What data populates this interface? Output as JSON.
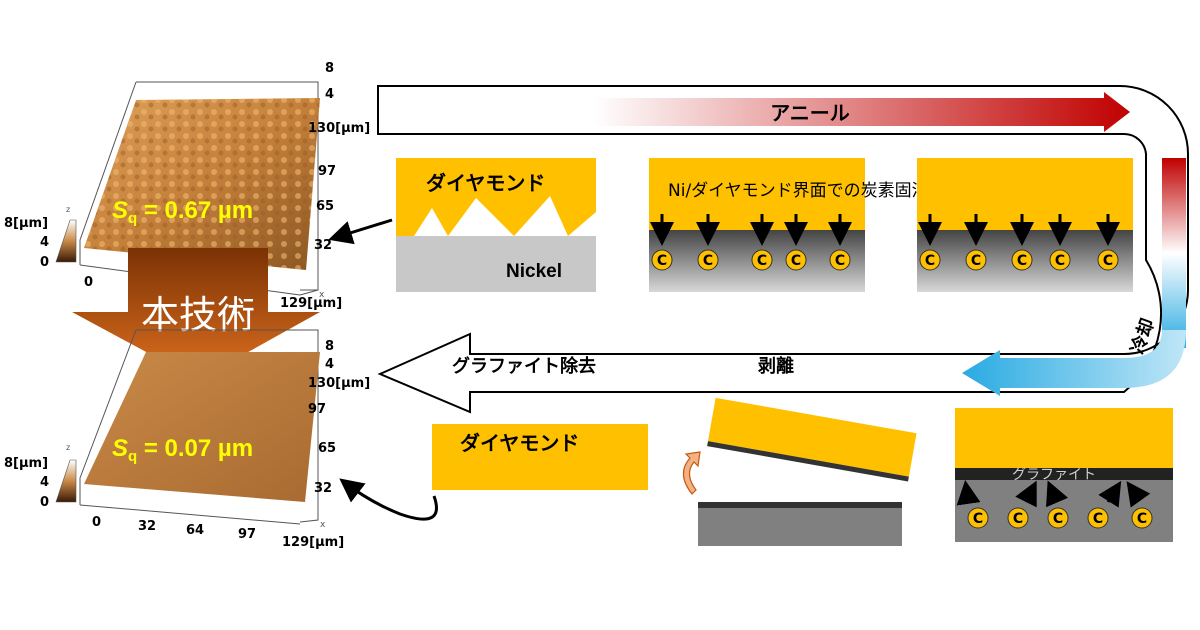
{
  "afm_before": {
    "sq_label": "S",
    "sq_sub": "q",
    "sq_value": " = 0.67 µm",
    "z_ticks": [
      "8",
      "4",
      "130[µm]"
    ],
    "y_ticks": [
      "97",
      "65",
      "32"
    ],
    "x_ticks": [
      "0",
      "129[µm]"
    ],
    "x_axis_letter": "x",
    "z_axis_letter": "z",
    "scale_ticks": [
      "8[µm]",
      "4",
      "0"
    ]
  },
  "afm_after": {
    "sq_label": "S",
    "sq_sub": "q",
    "sq_value": " = 0.07 µm",
    "z_ticks": [
      "8",
      "4",
      "130[µm]"
    ],
    "y_ticks": [
      "97",
      "65",
      "32"
    ],
    "x_ticks": [
      "0",
      "32",
      "64",
      "97",
      "129[µm]"
    ],
    "x_axis_letter": "x",
    "z_axis_letter": "z",
    "scale_ticks": [
      "8[µm]",
      "4",
      "0"
    ]
  },
  "center_arrow_label": "本技術",
  "process": {
    "anneal_label": "アニール",
    "cool_label": "冷却",
    "remove_label": "グラファイト除去",
    "peel_label": "剥離",
    "etch_label": "Ni/ダイヤモンド界面での炭素固溶によるエッチング",
    "diamond_label": "ダイヤモンド",
    "nickel_label": "Nickel",
    "graphite_label": "グラファイト",
    "diamond_label_final": "ダイヤモンド",
    "carbon_symbol": "C"
  },
  "colors": {
    "diamond": "#ffc000",
    "nickel": "#c8c8c8",
    "anneal": "#c00000",
    "cool": "#29aae2",
    "center_arrow": "#c45a11",
    "sq_text": "#ffff00"
  }
}
